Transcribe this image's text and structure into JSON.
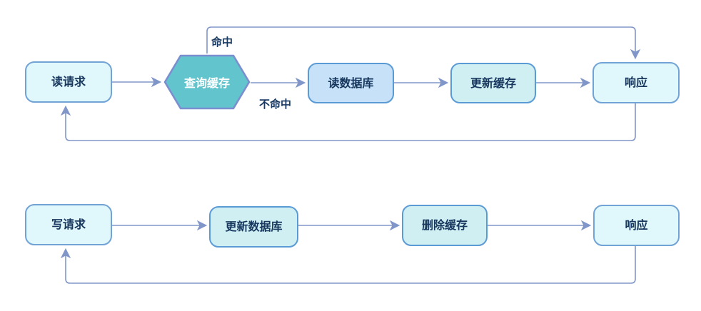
{
  "diagram_title": "cache-read-write-flowchart",
  "read_flow": {
    "nodes": {
      "read_request": "读请求",
      "query_cache": "查询缓存",
      "read_db": "读数据库",
      "update_cache": "更新缓存",
      "response": "响应"
    },
    "edge_labels": {
      "hit": "命中",
      "miss": "不命中"
    }
  },
  "write_flow": {
    "nodes": {
      "write_request": "写请求",
      "update_db": "更新数据库",
      "delete_cache": "删除缓存",
      "response": "响应"
    }
  },
  "colors": {
    "terminator_fill": "#E0F7FB",
    "process_blue_fill": "#C7E2F8",
    "process_teal_fill": "#D0EFF3",
    "hexagon_fill": "#62C4CD",
    "hexagon_border": "#7B8FD0",
    "rect_border": "#5B9BD5",
    "connector": "#8096C8",
    "node_text": "#17375E",
    "hexagon_text": "#FFFFFF",
    "background": "#FFFFFF"
  }
}
